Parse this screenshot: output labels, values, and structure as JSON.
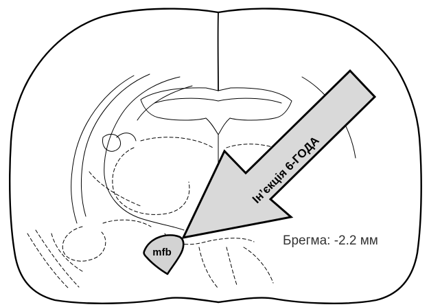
{
  "figure": {
    "injection_label": "Ін’єкція  6-ГОДА",
    "region_label": "mfb",
    "bregma_label": "Брегма: -2.2 мм",
    "colors": {
      "arrow_fill": "#d9d9d9",
      "region_fill": "#d3d3d3",
      "line": "#000000",
      "bregma_text": "#333333"
    }
  }
}
